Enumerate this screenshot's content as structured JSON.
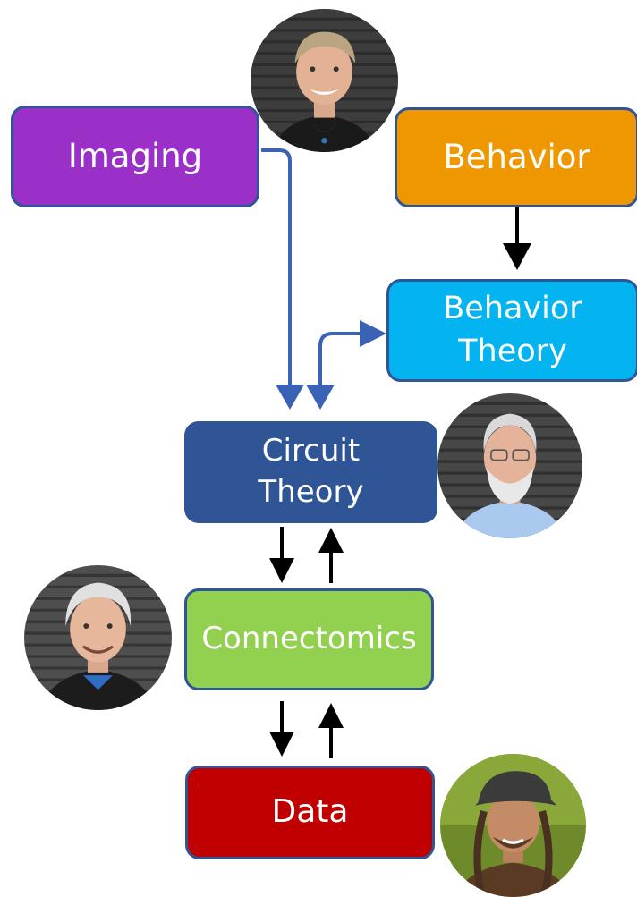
{
  "boxes": {
    "imaging": {
      "label": "Imaging",
      "color": "#9b30c8"
    },
    "behavior": {
      "label": "Behavior",
      "color": "#ee9700"
    },
    "behavior_theory": {
      "label": "Behavior\nTheory",
      "color": "#03b4f0"
    },
    "circuit_theory": {
      "label": "Circuit\nTheory",
      "color": "#2f5597"
    },
    "connectomics": {
      "label": "Connectomics",
      "color": "#92d050"
    },
    "data": {
      "label": "Data",
      "color": "#c00000"
    }
  },
  "arrow_colors": {
    "blue": "#2f5597",
    "black": "#000000"
  },
  "portraits": [
    {
      "id": "top",
      "icon": "person-portrait-icon"
    },
    {
      "id": "right",
      "icon": "person-portrait-icon"
    },
    {
      "id": "left",
      "icon": "person-portrait-icon"
    },
    {
      "id": "data",
      "icon": "person-portrait-icon"
    }
  ]
}
